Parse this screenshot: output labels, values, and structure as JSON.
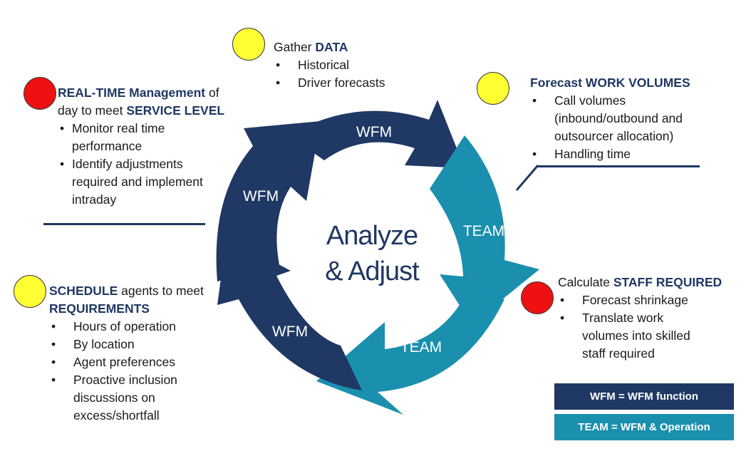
{
  "center": {
    "line1": "Analyze",
    "line2": "& Adjust"
  },
  "cycle_labels": {
    "top": "WFM",
    "right": "TEAM",
    "bottom_right": "TEAM",
    "bottom_left": "WFM",
    "left": "WFM"
  },
  "gather": {
    "prefix": "Gather ",
    "bold": "DATA",
    "bullets": [
      "Historical",
      "Driver forecasts"
    ]
  },
  "forecast": {
    "bold": "Forecast WORK VOLUMES",
    "bullets": [
      "Call volumes",
      "(inbound/outbound and",
      "outsourcer allocation)",
      "Handling time"
    ]
  },
  "calculate": {
    "prefix": "Calculate ",
    "bold": "STAFF REQUIRED",
    "bullets": [
      "Forecast shrinkage",
      "Translate work",
      "volumes into skilled",
      "staff required"
    ]
  },
  "schedule": {
    "bold1": "SCHEDULE",
    "rest1": " agents to meet",
    "bold2": "REQUIREMENTS",
    "bullets": [
      "Hours of operation",
      "By location",
      "Agent preferences",
      "Proactive inclusion",
      "discussions on",
      "excess/shortfall"
    ]
  },
  "realtime": {
    "bold1": "REAL-TIME Management",
    "rest1": " of",
    "prefix2": "day to meet ",
    "bold2": "SERVICE LEVEL",
    "bullets": [
      "Monitor real time",
      "performance",
      "Identify adjustments",
      "required and implement",
      "intraday"
    ]
  },
  "legend": [
    {
      "text": "WFM = WFM function",
      "color": "#1f3864"
    },
    {
      "text": "TEAM = WFM & Operation",
      "color": "#1a8fae"
    }
  ],
  "colors": {
    "wfm": "#1f3864",
    "team": "#1a8fae",
    "yellow_dot": "#ffff33",
    "red_dot": "#ee1111",
    "center_text": "#1f3864"
  }
}
